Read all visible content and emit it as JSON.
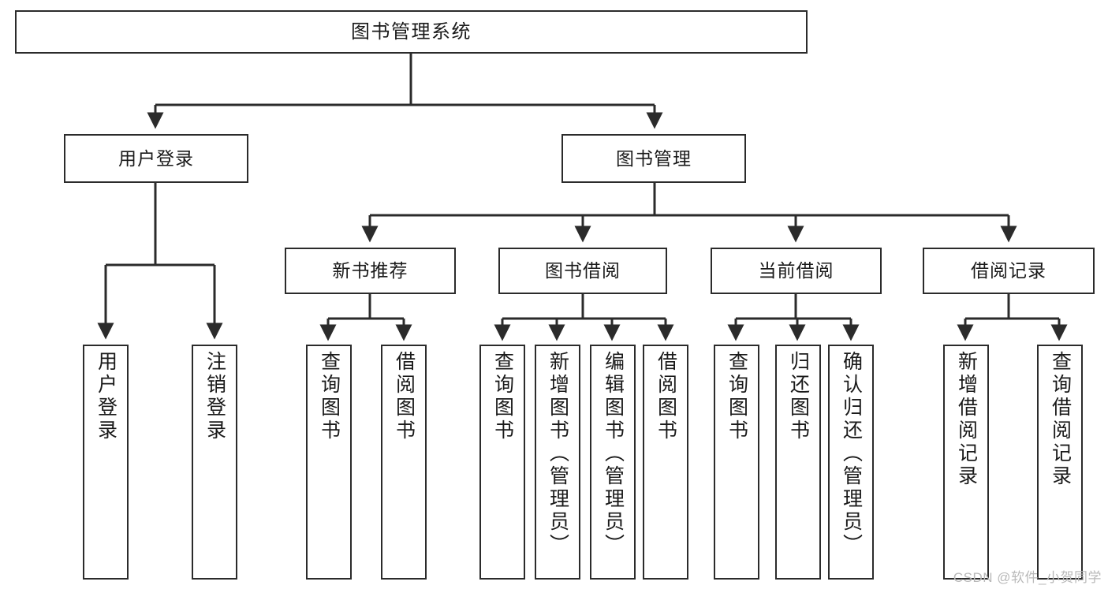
{
  "diagram": {
    "title": "图书管理系统",
    "type": "tree-hierarchy",
    "colors": {
      "box_border": "#2b2b2b",
      "box_fill": "#ffffff",
      "edge": "#2b2b2b",
      "text": "#1a1a1a",
      "watermark": "#b9b9b9"
    },
    "root": {
      "label": "图书管理系统"
    },
    "level2": [
      {
        "label": "用户登录"
      },
      {
        "label": "图书管理"
      }
    ],
    "level3": [
      {
        "label": "新书推荐"
      },
      {
        "label": "图书借阅"
      },
      {
        "label": "当前借阅"
      },
      {
        "label": "借阅记录"
      }
    ],
    "leaves": {
      "user_login": [
        {
          "label": "用户登录"
        },
        {
          "label": "注销登录"
        }
      ],
      "new_book_recommend": [
        {
          "label": "查询图书"
        },
        {
          "label": "借阅图书"
        }
      ],
      "book_borrow": [
        {
          "label": "查询图书"
        },
        {
          "label": "新增图书（管理员）"
        },
        {
          "label": "编辑图书（管理员）"
        },
        {
          "label": "借阅图书"
        }
      ],
      "current_borrow": [
        {
          "label": "查询图书"
        },
        {
          "label": "归还图书"
        },
        {
          "label": "确认归还（管理员）"
        }
      ],
      "borrow_record": [
        {
          "label": "新增借阅记录"
        },
        {
          "label": "查询借阅记录"
        }
      ]
    }
  },
  "watermark": {
    "text": "CSDN @软件_小贺同学"
  }
}
